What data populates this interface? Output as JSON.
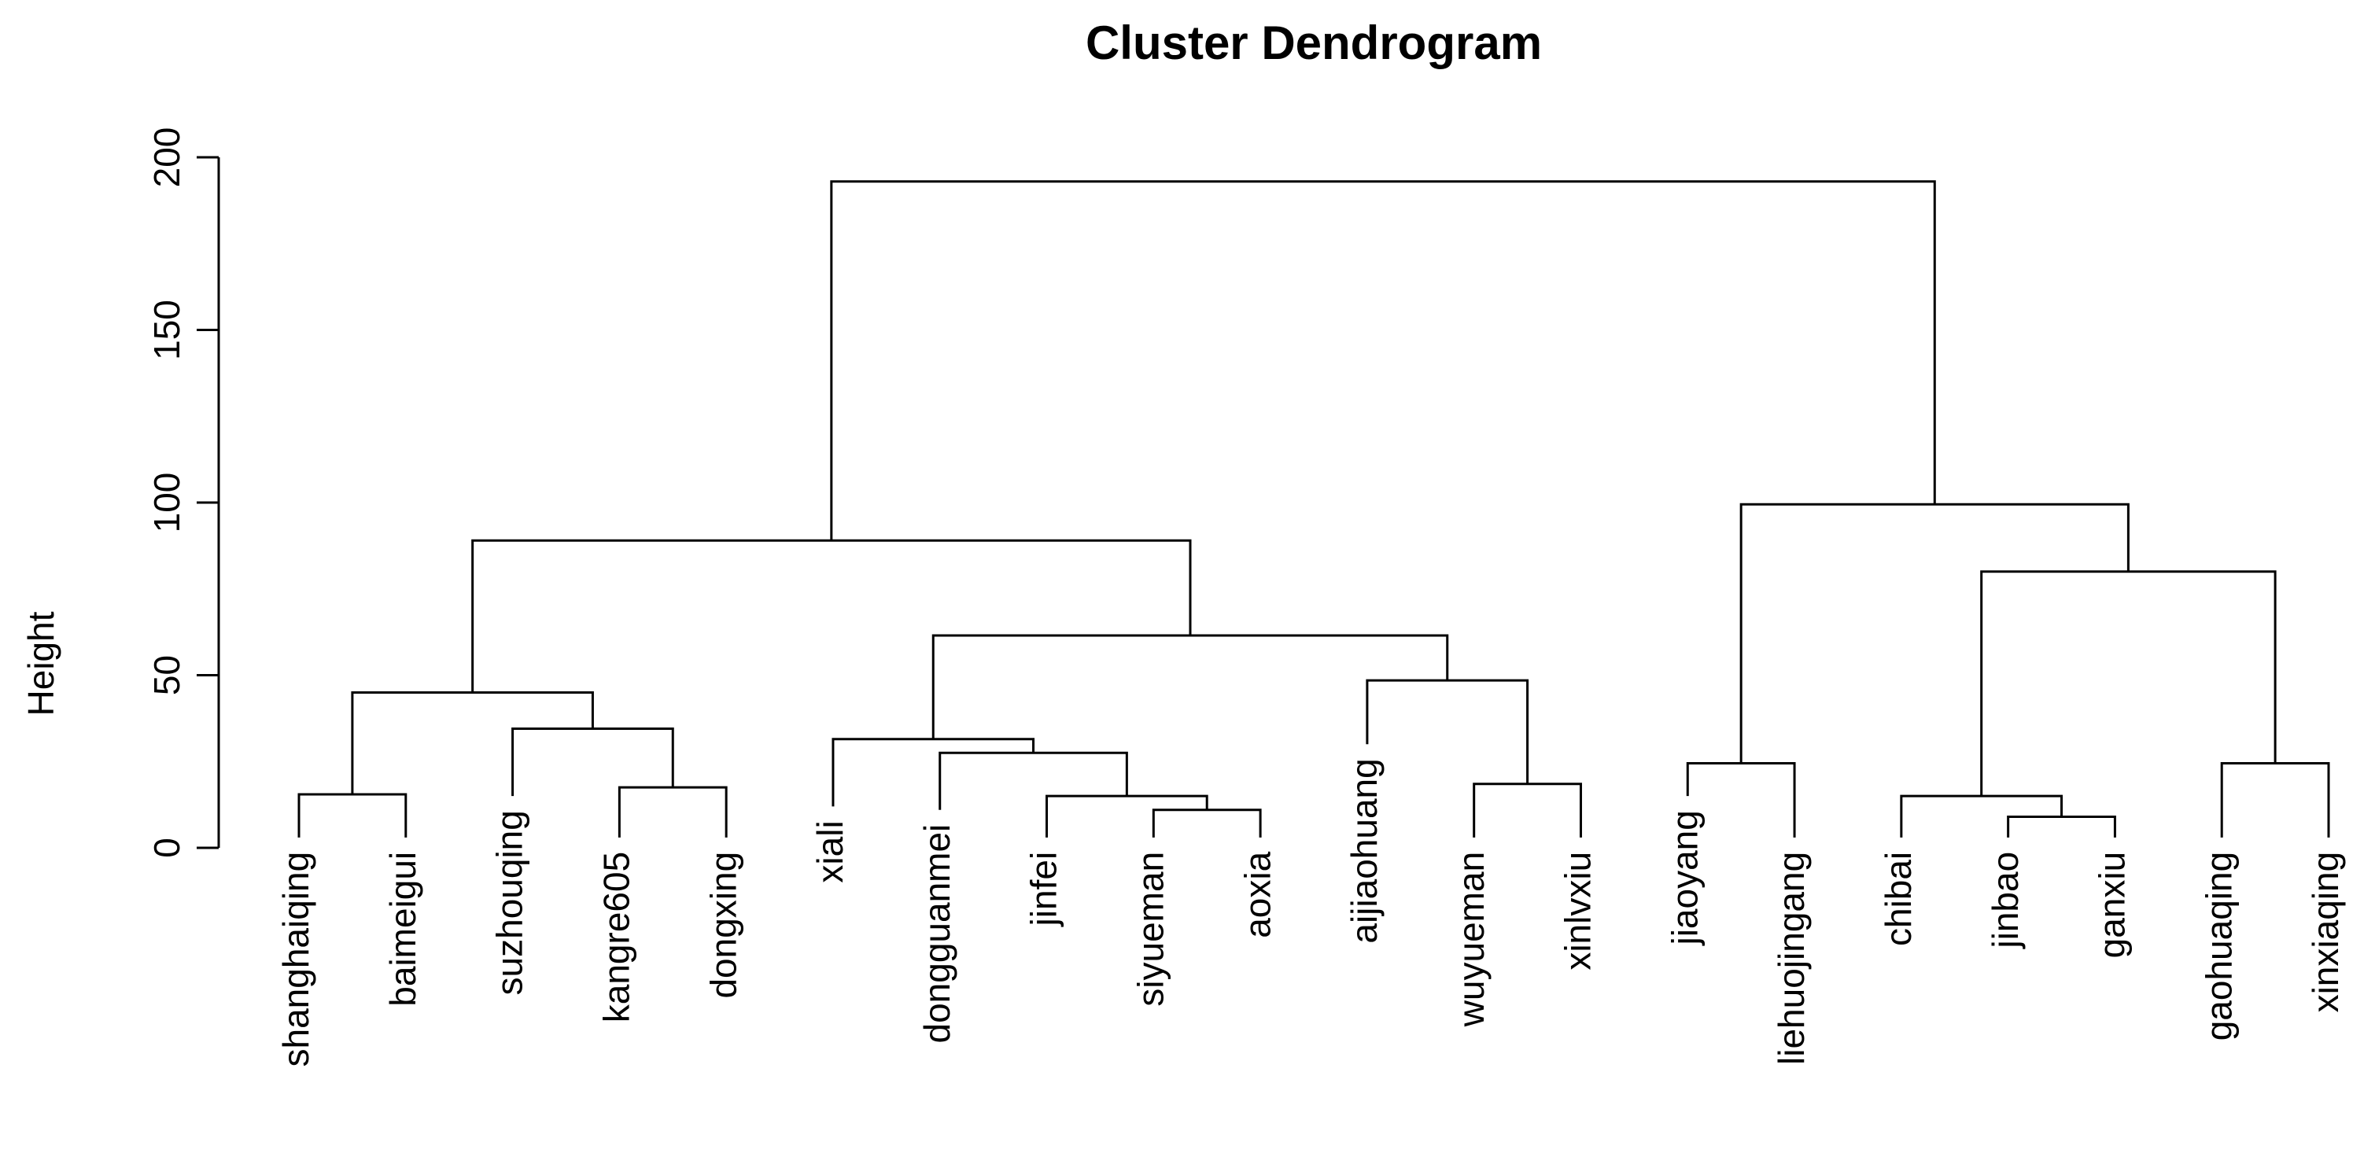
{
  "chart_data": {
    "type": "dendrogram",
    "title": "Cluster Dendrogram",
    "xlabel": "",
    "ylabel": "Height",
    "ylim": [
      0,
      200
    ],
    "yticks": [
      0,
      50,
      100,
      150,
      200
    ],
    "grid": false,
    "leaves": [
      "shanghaiqing",
      "baimeigui",
      "suzhouqing",
      "kangre605",
      "dongxing",
      "xiali",
      "dongguanmei",
      "jinfei",
      "siyueman",
      "aoxia",
      "aijiaohuang",
      "wuyueman",
      "xinlvxiu",
      "jiaoyang",
      "liehuojingang",
      "chibai",
      "jinbao",
      "ganxiu",
      "gaohuaqing",
      "xinxiaqing"
    ],
    "leaf_heights": [
      3,
      3,
      15,
      3,
      3,
      12,
      11,
      3,
      3,
      3,
      30,
      3,
      3,
      15,
      3,
      3,
      3,
      3,
      3,
      3
    ],
    "merges": [
      {
        "id": "c1",
        "children": [
          "shanghaiqing",
          "baimeigui"
        ],
        "height": 15.5
      },
      {
        "id": "c2",
        "children": [
          "kangre605",
          "dongxing"
        ],
        "height": 17.5
      },
      {
        "id": "c3",
        "children": [
          "suzhouqing",
          "c2"
        ],
        "height": 34.5
      },
      {
        "id": "c4",
        "children": [
          "c1",
          "c3"
        ],
        "height": 45
      },
      {
        "id": "c5",
        "children": [
          "siyueman",
          "aoxia"
        ],
        "height": 11
      },
      {
        "id": "c6",
        "children": [
          "jinfei",
          "c5"
        ],
        "height": 15
      },
      {
        "id": "c7",
        "children": [
          "dongguanmei",
          "c6"
        ],
        "height": 27.5
      },
      {
        "id": "c8",
        "children": [
          "xiali",
          "c7"
        ],
        "height": 31.5
      },
      {
        "id": "c9",
        "children": [
          "wuyueman",
          "xinlvxiu"
        ],
        "height": 18.5
      },
      {
        "id": "c10",
        "children": [
          "aijiaohuang",
          "c9"
        ],
        "height": 48.5
      },
      {
        "id": "c11",
        "children": [
          "c8",
          "c10"
        ],
        "height": 61.5
      },
      {
        "id": "c12",
        "children": [
          "c4",
          "c11"
        ],
        "height": 89
      },
      {
        "id": "c13",
        "children": [
          "jiaoyang",
          "liehuojingang"
        ],
        "height": 24.5
      },
      {
        "id": "c14",
        "children": [
          "jinbao",
          "ganxiu"
        ],
        "height": 9
      },
      {
        "id": "c15",
        "children": [
          "chibai",
          "c14"
        ],
        "height": 15
      },
      {
        "id": "c16",
        "children": [
          "gaohuaqing",
          "xinxiaqing"
        ],
        "height": 24.5
      },
      {
        "id": "c17",
        "children": [
          "c15",
          "c16"
        ],
        "height": 80
      },
      {
        "id": "c18",
        "children": [
          "c13",
          "c17"
        ],
        "height": 99.5
      },
      {
        "id": "c19",
        "children": [
          "c12",
          "c18"
        ],
        "height": 193
      }
    ]
  }
}
